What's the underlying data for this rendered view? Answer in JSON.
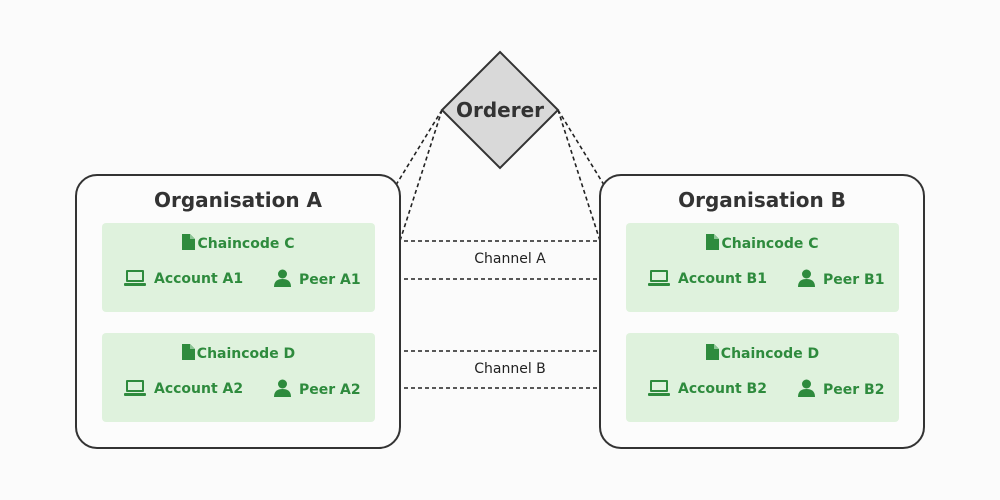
{
  "orderer": {
    "label": "Orderer"
  },
  "organisations": [
    {
      "title": "Organisation A",
      "groups": [
        {
          "chaincode": "Chaincode C",
          "account": "Account A1",
          "peer": "Peer A1"
        },
        {
          "chaincode": "Chaincode D",
          "account": "Account A2",
          "peer": "Peer A2"
        }
      ]
    },
    {
      "title": "Organisation B",
      "groups": [
        {
          "chaincode": "Chaincode C",
          "account": "Account B1",
          "peer": "Peer B1"
        },
        {
          "chaincode": "Chaincode D",
          "account": "Account B2",
          "peer": "Peer B2"
        }
      ]
    }
  ],
  "channels": [
    {
      "label": "Channel A"
    },
    {
      "label": "Channel B"
    }
  ],
  "colors": {
    "accent_green": "#2e8b3d",
    "group_background": "#dff2dd",
    "orderer_fill": "#d9d9d9",
    "border": "#333333"
  },
  "icons": {
    "chaincode": "document-icon",
    "account": "laptop-icon",
    "peer": "person-icon"
  }
}
